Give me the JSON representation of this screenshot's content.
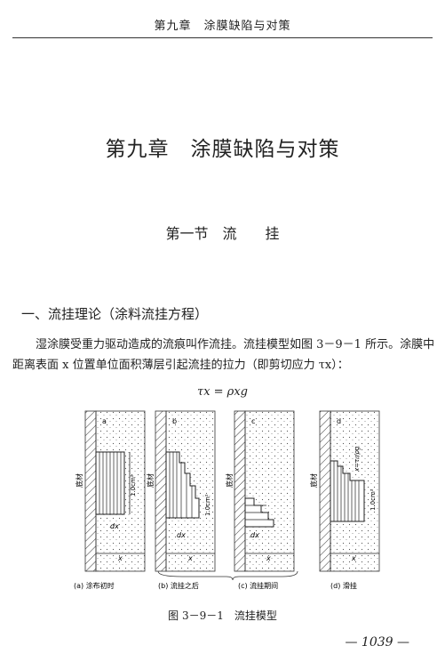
{
  "header": {
    "running_head": "第九章　涂膜缺陷与对策"
  },
  "chapter": {
    "title": "第九章　涂膜缺陷与对策"
  },
  "section": {
    "title": "第一节　流　　挂"
  },
  "subsection": {
    "title": "一、流挂理论（涂料流挂方程）"
  },
  "body": {
    "paragraph": "湿涂膜受重力驱动造成的流痕叫作流挂。流挂模型如图 3－9－1 所示。涂膜中距离表面 x 位置单位面积薄层引起流挂的拉力（即剪切应力 τx）：",
    "formula": "τx = ρxg"
  },
  "figure": {
    "panels": [
      {
        "letter": "a",
        "substrate": "底材",
        "area": "1.0cm²",
        "dx": "dx",
        "x": "x",
        "caption": "(a) 涂布初时"
      },
      {
        "letter": "b",
        "substrate": "底材",
        "area": "1.0cm²",
        "dx": "dx",
        "x": "x",
        "caption": "(b) 流挂之后"
      },
      {
        "letter": "c",
        "substrate": "底材",
        "area": "",
        "dx": "dx",
        "x": "x",
        "caption": "(c) 流挂期间"
      },
      {
        "letter": "d",
        "substrate": "底材",
        "area": "1.0cm²",
        "dx": "",
        "x": "x",
        "side_label": "x=τ₀/ρg",
        "caption": "(d) 滑挂"
      }
    ],
    "caption": "图 3－9－1　流挂模型"
  },
  "footer": {
    "page_number": "1039"
  }
}
